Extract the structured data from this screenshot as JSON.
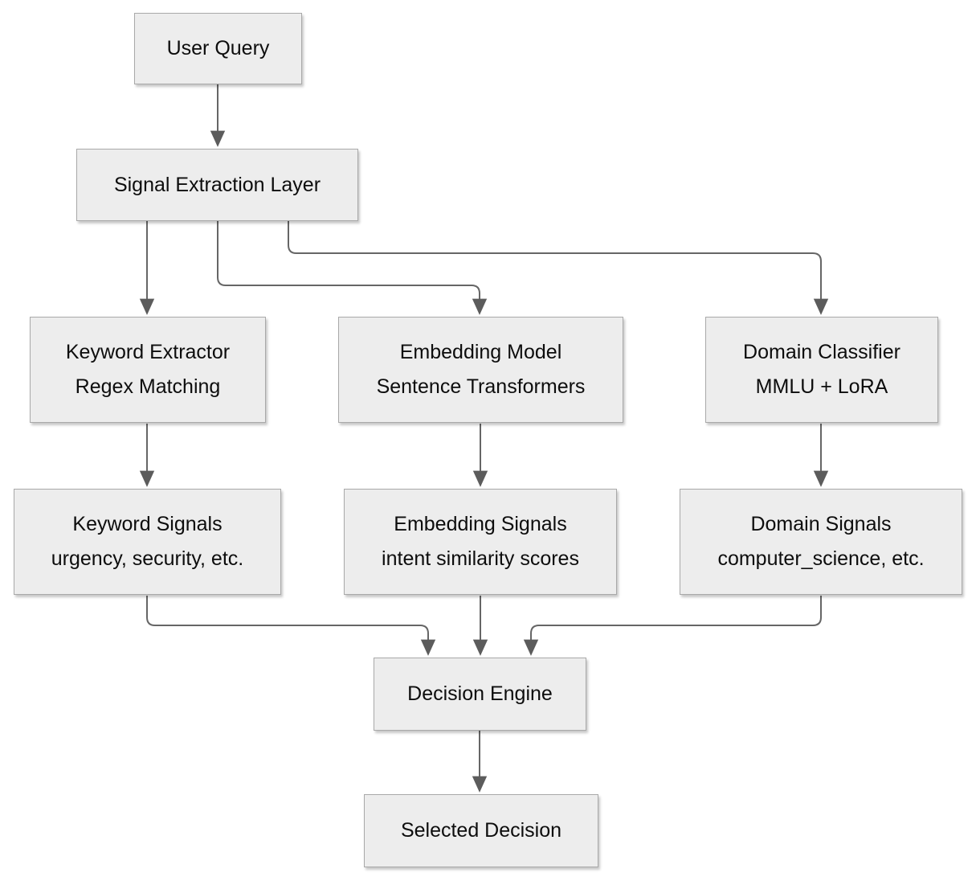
{
  "diagram": {
    "colors": {
      "node_fill": "#ededed",
      "node_border": "#a9a9a9",
      "edge_stroke": "#666666",
      "arrowhead_fill": "#5c5c5c",
      "text": "#0d0d0d",
      "background": "#ffffff"
    },
    "nodes": {
      "user_query": {
        "line1": "User Query"
      },
      "signal_extraction": {
        "line1": "Signal Extraction Layer"
      },
      "keyword_extractor": {
        "line1": "Keyword Extractor",
        "line2": "Regex Matching"
      },
      "embedding_model": {
        "line1": "Embedding Model",
        "line2": "Sentence Transformers"
      },
      "domain_classifier": {
        "line1": "Domain Classifier",
        "line2": "MMLU + LoRA"
      },
      "keyword_signals": {
        "line1": "Keyword Signals",
        "line2": "urgency, security, etc."
      },
      "embedding_signals": {
        "line1": "Embedding Signals",
        "line2": "intent similarity scores"
      },
      "domain_signals": {
        "line1": "Domain Signals",
        "line2": "computer_science, etc."
      },
      "decision_engine": {
        "line1": "Decision Engine"
      },
      "selected_decision": {
        "line1": "Selected Decision"
      }
    },
    "edges": [
      {
        "from": "user_query",
        "to": "signal_extraction"
      },
      {
        "from": "signal_extraction",
        "to": "keyword_extractor"
      },
      {
        "from": "signal_extraction",
        "to": "embedding_model"
      },
      {
        "from": "signal_extraction",
        "to": "domain_classifier"
      },
      {
        "from": "keyword_extractor",
        "to": "keyword_signals"
      },
      {
        "from": "embedding_model",
        "to": "embedding_signals"
      },
      {
        "from": "domain_classifier",
        "to": "domain_signals"
      },
      {
        "from": "keyword_signals",
        "to": "decision_engine"
      },
      {
        "from": "embedding_signals",
        "to": "decision_engine"
      },
      {
        "from": "domain_signals",
        "to": "decision_engine"
      },
      {
        "from": "decision_engine",
        "to": "selected_decision"
      }
    ]
  }
}
